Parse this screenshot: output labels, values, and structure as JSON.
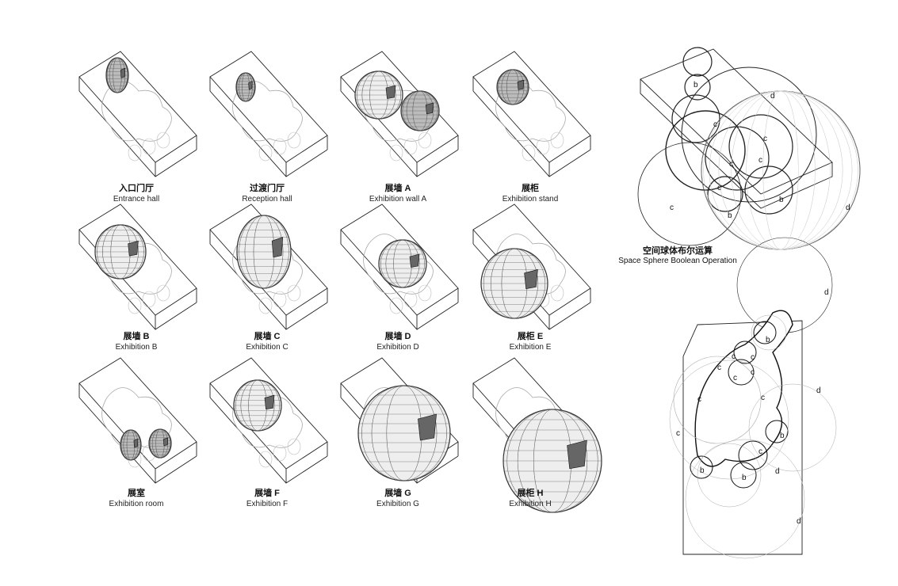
{
  "panels": [
    {
      "zh": "入口门厅",
      "en": "Entrance hall"
    },
    {
      "zh": "过渡门厅",
      "en": "Reception hall"
    },
    {
      "zh": "展墙 A",
      "en": "Exhibition wall A"
    },
    {
      "zh": "展柜",
      "en": "Exhibition stand"
    },
    {
      "zh": "展墙 B",
      "en": "Exhibition B"
    },
    {
      "zh": "展墙 C",
      "en": "Exhibition C"
    },
    {
      "zh": "展墙 D",
      "en": "Exhibition D"
    },
    {
      "zh": "展柜 E",
      "en": "Exhibition E"
    },
    {
      "zh": "展室",
      "en": "Exhibition room"
    },
    {
      "zh": "展墙 F",
      "en": "Exhibition F"
    },
    {
      "zh": "展墙 G",
      "en": "Exhibition G"
    },
    {
      "zh": "展柜 H",
      "en": "Exhibition H"
    }
  ],
  "boolean": {
    "title_zh": "空间球体布尔运算",
    "title_en": "Space Sphere Boolean Operation",
    "labels": [
      "b",
      "d",
      "c",
      "c",
      "c",
      "c",
      "c",
      "b",
      "b",
      "c",
      "d",
      "d"
    ]
  },
  "plan": {
    "labels": [
      "b",
      "c",
      "c",
      "c",
      "c",
      "c",
      "c",
      "b",
      "c",
      "c",
      "b",
      "d",
      "b",
      "d",
      "d"
    ]
  }
}
